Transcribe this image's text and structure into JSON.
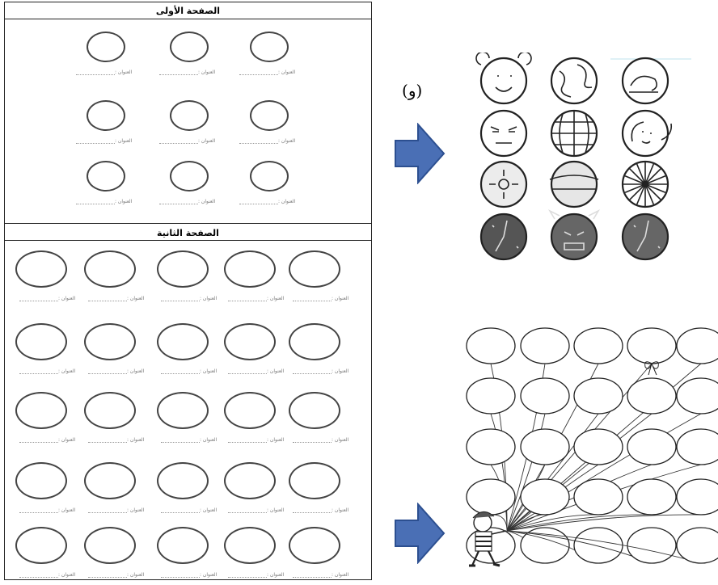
{
  "worksheet": {
    "page1_title": "الصفحة الأولى",
    "page2_title": "الصفحة الثانية",
    "circle_label": "العنوان :"
  },
  "marker_label": "(و)",
  "icons_panel": {
    "icons": [
      "bear-face-icon",
      "globe-map-icon",
      "cat-drawing-icon",
      "angry-face-icon",
      "globe-grid-icon",
      "girl-face-icon",
      "sun-drawing-icon",
      "moon-planet-icon",
      "wheel-spokes-icon",
      "clock-icon",
      "devil-face-icon",
      "clock-icon"
    ]
  },
  "colors": {
    "arrow": "#4a6fb5",
    "arrow_dark": "#2c4f90"
  }
}
